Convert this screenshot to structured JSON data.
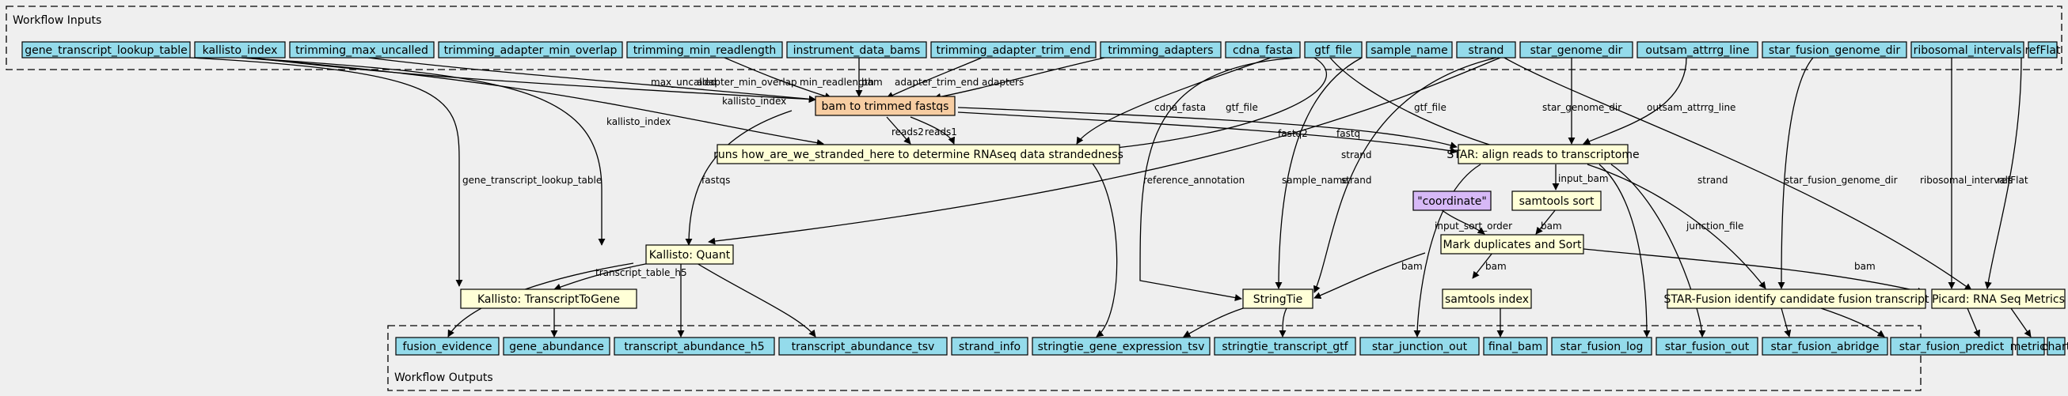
{
  "clusters": {
    "inputs_title": "Workflow Inputs",
    "outputs_title": "Workflow Outputs"
  },
  "inputs": {
    "gene_transcript_lookup_table": "gene_transcript_lookup_table",
    "kallisto_index": "kallisto_index",
    "trimming_max_uncalled": "trimming_max_uncalled",
    "trimming_adapter_min_overlap": "trimming_adapter_min_overlap",
    "trimming_min_readlength": "trimming_min_readlength",
    "instrument_data_bams": "instrument_data_bams",
    "trimming_adapter_trim_end": "trimming_adapter_trim_end",
    "trimming_adapters": "trimming_adapters",
    "cdna_fasta": "cdna_fasta",
    "gtf_file": "gtf_file",
    "sample_name": "sample_name",
    "strand": "strand",
    "star_genome_dir": "star_genome_dir",
    "outsam_attrrg_line": "outsam_attrrg_line",
    "star_fusion_genome_dir": "star_fusion_genome_dir",
    "ribosomal_intervals": "ribosomal_intervals",
    "refFlat": "refFlat"
  },
  "steps": {
    "bam_to_trimmed_fastqs": "bam to trimmed fastqs",
    "strandedness": "runs how_are_we_stranded_here to determine RNAseq data strandedness",
    "star_align": "STAR: align reads to transcriptome",
    "samtools_sort": "samtools sort",
    "coordinate": "\"coordinate\"",
    "mark_duplicates": "Mark duplicates and Sort",
    "samtools_index": "samtools index",
    "kallisto_quant": "Kallisto: Quant",
    "transcript_to_gene": "Kallisto: TranscriptToGene",
    "stringtie": "StringTie",
    "star_fusion": "STAR-Fusion identify candidate fusion transcript",
    "picard_rnaseq": "Picard: RNA Seq Metrics"
  },
  "outputs": {
    "fusion_evidence": "fusion_evidence",
    "gene_abundance": "gene_abundance",
    "transcript_abundance_h5": "transcript_abundance_h5",
    "transcript_abundance_tsv": "transcript_abundance_tsv",
    "strand_info": "strand_info",
    "stringtie_gene_expression_tsv": "stringtie_gene_expression_tsv",
    "stringtie_transcript_gtf": "stringtie_transcript_gtf",
    "star_junction_out": "star_junction_out",
    "final_bam": "final_bam",
    "star_fusion_log": "star_fusion_log",
    "star_fusion_out": "star_fusion_out",
    "star_fusion_abridge": "star_fusion_abridge",
    "star_fusion_predict": "star_fusion_predict",
    "metrics": "metrics",
    "chart": "chart"
  },
  "edge_labels": {
    "max_uncalled": "max_uncalled",
    "adapter_min_overlap": "adapter_min_overlap",
    "min_readlength": "min_readlength",
    "bam": "bam",
    "adapter_trim_end": "adapter_trim_end",
    "adapters": "adapters",
    "kallisto_index_a": "kallisto_index",
    "kallisto_index_b": "kallisto_index",
    "cdna_fasta": "cdna_fasta",
    "gtf_file_a": "gtf_file",
    "gtf_file_b": "gtf_file",
    "star_genome_dir": "star_genome_dir",
    "outsam_attrrg_line": "outsam_attrrg_line",
    "reads2": "reads2",
    "reads1": "reads1",
    "fastq2": "fastq2",
    "fastq": "fastq",
    "fastqs": "fastqs",
    "gene_transcript_lookup_table": "gene_transcript_lookup_table",
    "reference_annotation": "reference_annotation",
    "sample_name": "sample_name",
    "strand_a": "strand",
    "strand_b": "strand",
    "strand_c": "strand",
    "star_fusion_genome_dir": "star_fusion_genome_dir",
    "ribosomal_intervals": "ribosomal_intervals",
    "refFlat": "refFlat",
    "input_bam": "input_bam",
    "input_sort_order": "input_sort_order",
    "bam_sort": "bam",
    "junction_file": "junction_file",
    "bam_stringtie": "bam",
    "bam_index": "bam",
    "bam_picard": "bam",
    "transcript_table_h5": "transcript_table_h5"
  }
}
